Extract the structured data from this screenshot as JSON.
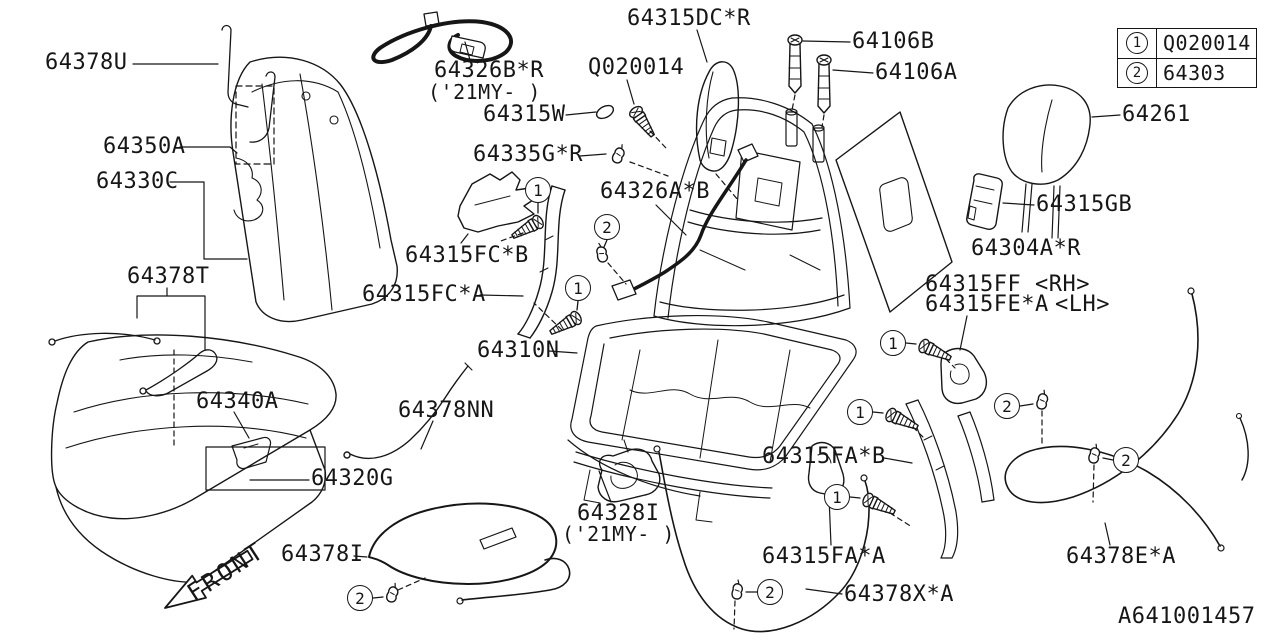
{
  "diagram": {
    "drawing_number": "A641001457",
    "front_marker": "FRONT",
    "legend": {
      "rows": [
        {
          "ref": "1",
          "part": "Q020014"
        },
        {
          "ref": "2",
          "part": "64303"
        }
      ]
    },
    "callout_refs": {
      "one": "1",
      "two": "2"
    },
    "parts": [
      {
        "code": "64378U"
      },
      {
        "code": "64326B*R",
        "note": "('21MY- )"
      },
      {
        "code": "Q020014"
      },
      {
        "code": "64315DC*R"
      },
      {
        "code": "64106B"
      },
      {
        "code": "64106A"
      },
      {
        "code": "64261"
      },
      {
        "code": "64315W"
      },
      {
        "code": "64335G*R"
      },
      {
        "code": "64350A"
      },
      {
        "code": "64330C"
      },
      {
        "code": "64315GB"
      },
      {
        "code": "64326A*B"
      },
      {
        "code": "64304A*R"
      },
      {
        "code": "64315FC*B"
      },
      {
        "code": "64378T"
      },
      {
        "code": "64315FC*A"
      },
      {
        "code": "64315FF",
        "side": "<RH>"
      },
      {
        "code": "64315FE*A",
        "side": "<LH>"
      },
      {
        "code": "64310N"
      },
      {
        "code": "64340A"
      },
      {
        "code": "64378NN"
      },
      {
        "code": "64320G"
      },
      {
        "code": "64315FA*B"
      },
      {
        "code": "64328I",
        "note": "('21MY- )"
      },
      {
        "code": "64378I"
      },
      {
        "code": "64315FA*A"
      },
      {
        "code": "64378E*A"
      },
      {
        "code": "64378X*A"
      }
    ]
  }
}
